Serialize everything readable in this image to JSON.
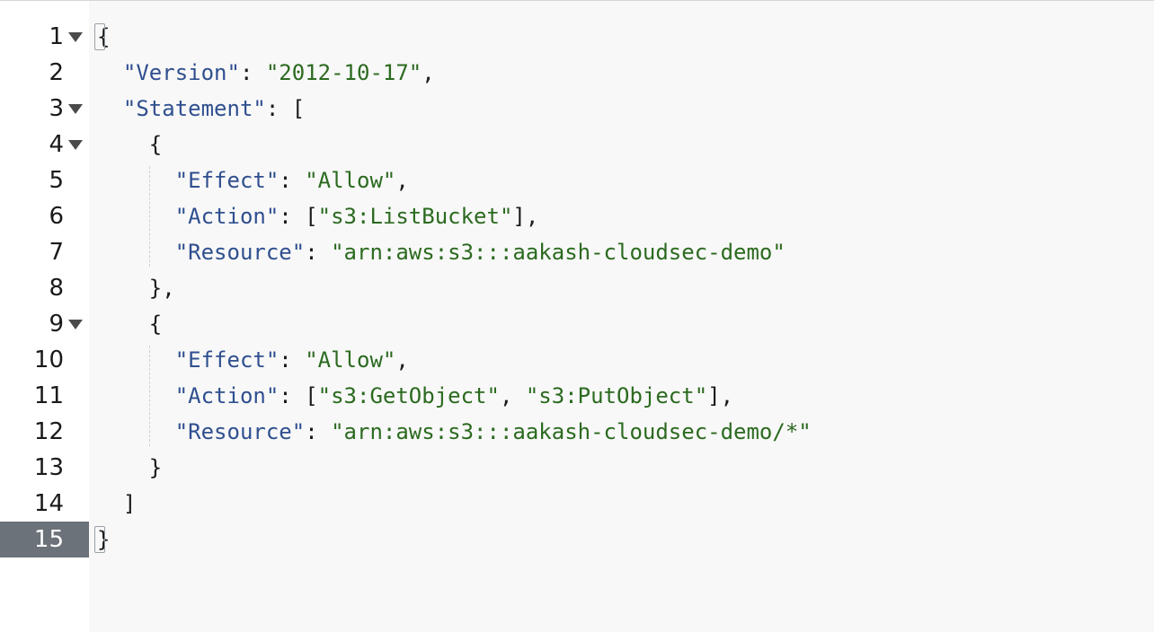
{
  "editor": {
    "active_line": 15,
    "lines": [
      {
        "n": "1",
        "fold": true,
        "tokens": [
          [
            "punc",
            "{"
          ]
        ]
      },
      {
        "n": "2",
        "fold": false,
        "tokens": [
          [
            "punc",
            "  "
          ],
          [
            "key",
            "\"Version\""
          ],
          [
            "punc",
            ": "
          ],
          [
            "str",
            "\"2012-10-17\""
          ],
          [
            "punc",
            ","
          ]
        ]
      },
      {
        "n": "3",
        "fold": true,
        "tokens": [
          [
            "punc",
            "  "
          ],
          [
            "key",
            "\"Statement\""
          ],
          [
            "punc",
            ": ["
          ]
        ]
      },
      {
        "n": "4",
        "fold": true,
        "tokens": [
          [
            "punc",
            "    {"
          ]
        ]
      },
      {
        "n": "5",
        "fold": false,
        "tokens": [
          [
            "punc",
            "      "
          ],
          [
            "key",
            "\"Effect\""
          ],
          [
            "punc",
            ": "
          ],
          [
            "str",
            "\"Allow\""
          ],
          [
            "punc",
            ","
          ]
        ]
      },
      {
        "n": "6",
        "fold": false,
        "tokens": [
          [
            "punc",
            "      "
          ],
          [
            "key",
            "\"Action\""
          ],
          [
            "punc",
            ": ["
          ],
          [
            "str",
            "\"s3:ListBucket\""
          ],
          [
            "punc",
            "],"
          ]
        ]
      },
      {
        "n": "7",
        "fold": false,
        "tokens": [
          [
            "punc",
            "      "
          ],
          [
            "key",
            "\"Resource\""
          ],
          [
            "punc",
            ": "
          ],
          [
            "str",
            "\"arn:aws:s3:::aakash-cloudsec-demo\""
          ]
        ]
      },
      {
        "n": "8",
        "fold": false,
        "tokens": [
          [
            "punc",
            "    },"
          ]
        ]
      },
      {
        "n": "9",
        "fold": true,
        "tokens": [
          [
            "punc",
            "    {"
          ]
        ]
      },
      {
        "n": "10",
        "fold": false,
        "tokens": [
          [
            "punc",
            "      "
          ],
          [
            "key",
            "\"Effect\""
          ],
          [
            "punc",
            ": "
          ],
          [
            "str",
            "\"Allow\""
          ],
          [
            "punc",
            ","
          ]
        ]
      },
      {
        "n": "11",
        "fold": false,
        "tokens": [
          [
            "punc",
            "      "
          ],
          [
            "key",
            "\"Action\""
          ],
          [
            "punc",
            ": ["
          ],
          [
            "str",
            "\"s3:GetObject\""
          ],
          [
            "punc",
            ", "
          ],
          [
            "str",
            "\"s3:PutObject\""
          ],
          [
            "punc",
            "],"
          ]
        ]
      },
      {
        "n": "12",
        "fold": false,
        "tokens": [
          [
            "punc",
            "      "
          ],
          [
            "key",
            "\"Resource\""
          ],
          [
            "punc",
            ": "
          ],
          [
            "str",
            "\"arn:aws:s3:::aakash-cloudsec-demo/*\""
          ]
        ]
      },
      {
        "n": "13",
        "fold": false,
        "tokens": [
          [
            "punc",
            "    }"
          ]
        ]
      },
      {
        "n": "14",
        "fold": false,
        "tokens": [
          [
            "punc",
            "  ]"
          ]
        ]
      },
      {
        "n": "15",
        "fold": false,
        "tokens": [
          [
            "punc",
            "}"
          ]
        ]
      }
    ]
  },
  "colors": {
    "key": "#2f4f8f",
    "string": "#2b6a1f",
    "active_gutter": "#6b7279",
    "editor_bg": "#f8f8f8"
  },
  "icons": {
    "fold": "fold-arrow-icon"
  }
}
